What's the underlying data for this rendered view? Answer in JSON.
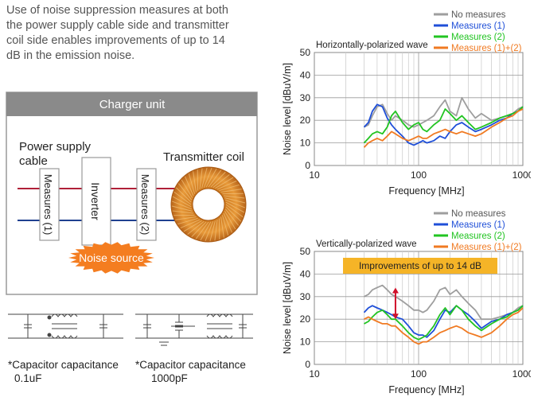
{
  "intro_lines": [
    "Use of noise suppression measures at both",
    "the power supply cable side and transmitter",
    "coil side enables improvements of up to 14",
    "dB in the emission noise."
  ],
  "diagram": {
    "unit_title": "Charger unit",
    "power_cable_label": [
      "Power supply",
      "cable"
    ],
    "coil_label": "Transmitter coil",
    "block1": "Measures (1)",
    "block2": "Inverter",
    "block3": "Measures (2)",
    "noise_source": "Noise source",
    "capacitor_notes": [
      {
        "line1": "*Capacitor capacitance",
        "line2": "0.1uF"
      },
      {
        "line1": "*Capacitor capacitance",
        "line2": "1000pF"
      }
    ]
  },
  "colors": {
    "no_measures": "#9e9e9e",
    "measures_1": "#1f4fd8",
    "measures_2": "#22c422",
    "measures_12": "#f07a22",
    "unit_header": "#8a8a8a",
    "highlight": "#f5b427",
    "coil": "#d98a2a",
    "noise": "#f47d20"
  },
  "chart_data": [
    {
      "type": "line",
      "title": "Horizontally-polarized wave",
      "xlabel": "Frequency [MHz]",
      "ylabel": "Noise level [dBuV/m]",
      "xscale": "log",
      "xlim": [
        10,
        1000
      ],
      "ylim": [
        0,
        50
      ],
      "xticks": [
        10,
        100,
        1000
      ],
      "yticks": [
        0,
        10,
        20,
        30,
        40,
        50
      ],
      "grid": true,
      "legend": "top-right",
      "annotation": "",
      "series": [
        {
          "name": "No measures",
          "color": "#9e9e9e",
          "x": [
            30,
            33,
            36,
            40,
            45,
            50,
            55,
            60,
            70,
            80,
            90,
            100,
            110,
            120,
            140,
            160,
            180,
            200,
            230,
            260,
            300,
            350,
            400,
            500,
            600,
            700,
            800,
            900,
            1000
          ],
          "y": [
            17,
            18,
            22,
            26,
            27,
            23,
            20,
            22,
            20,
            18,
            17,
            18,
            19,
            20,
            22,
            26,
            29,
            24,
            22,
            30,
            25,
            21,
            23,
            20,
            21,
            22,
            23,
            25,
            26
          ]
        },
        {
          "name": "Measures (1)",
          "color": "#1f4fd8",
          "x": [
            30,
            33,
            36,
            40,
            45,
            50,
            55,
            60,
            70,
            80,
            90,
            100,
            110,
            120,
            140,
            160,
            180,
            200,
            230,
            260,
            300,
            350,
            400,
            500,
            600,
            700,
            800,
            900,
            1000
          ],
          "y": [
            17,
            19,
            24,
            27,
            26,
            21,
            18,
            16,
            13,
            10,
            9,
            10,
            11,
            10,
            11,
            13,
            12,
            15,
            18,
            19,
            17,
            15,
            16,
            18,
            20,
            21,
            23,
            24,
            26
          ]
        },
        {
          "name": "Measures (2)",
          "color": "#22c422",
          "x": [
            30,
            33,
            36,
            40,
            45,
            50,
            55,
            60,
            70,
            80,
            90,
            100,
            110,
            120,
            140,
            160,
            180,
            200,
            230,
            260,
            300,
            350,
            400,
            500,
            600,
            700,
            800,
            900,
            1000
          ],
          "y": [
            10,
            12,
            14,
            15,
            14,
            17,
            22,
            24,
            19,
            16,
            18,
            19,
            16,
            15,
            18,
            20,
            25,
            23,
            20,
            22,
            19,
            16,
            17,
            19,
            21,
            22,
            23,
            24,
            26
          ]
        },
        {
          "name": "Measures (1)+(2)",
          "color": "#f07a22",
          "x": [
            30,
            33,
            36,
            40,
            45,
            50,
            55,
            60,
            70,
            80,
            90,
            100,
            110,
            120,
            140,
            160,
            180,
            200,
            230,
            260,
            300,
            350,
            400,
            500,
            600,
            700,
            800,
            900,
            1000
          ],
          "y": [
            8,
            10,
            11,
            12,
            11,
            13,
            15,
            14,
            12,
            11,
            12,
            13,
            12,
            12,
            14,
            15,
            16,
            15,
            14,
            15,
            14,
            13,
            14,
            17,
            19,
            21,
            22,
            24,
            25
          ]
        }
      ]
    },
    {
      "type": "line",
      "title": "Vertically-polarized wave",
      "xlabel": "Frequency [MHz]",
      "ylabel": "Noise level [dBuV/m]",
      "xscale": "log",
      "xlim": [
        10,
        1000
      ],
      "ylim": [
        0,
        50
      ],
      "xticks": [
        10,
        100,
        1000
      ],
      "yticks": [
        0,
        10,
        20,
        30,
        40,
        50
      ],
      "grid": true,
      "legend": "top-right",
      "annotation": "Improvements of up to 14 dB",
      "series": [
        {
          "name": "No measures",
          "color": "#9e9e9e",
          "x": [
            30,
            33,
            36,
            40,
            45,
            50,
            55,
            60,
            70,
            80,
            90,
            100,
            110,
            120,
            140,
            160,
            180,
            200,
            230,
            260,
            300,
            350,
            400,
            500,
            600,
            700,
            800,
            900,
            1000
          ],
          "y": [
            30,
            31,
            33,
            34,
            35,
            33,
            31,
            30,
            28,
            26,
            24,
            24,
            23,
            24,
            28,
            33,
            34,
            31,
            33,
            30,
            27,
            24,
            20,
            20,
            21,
            22,
            23,
            25,
            26
          ]
        },
        {
          "name": "Measures (1)",
          "color": "#1f4fd8",
          "x": [
            30,
            33,
            36,
            40,
            45,
            50,
            55,
            60,
            70,
            80,
            90,
            100,
            110,
            120,
            140,
            160,
            180,
            200,
            230,
            260,
            300,
            350,
            400,
            500,
            600,
            700,
            800,
            900,
            1000
          ],
          "y": [
            23,
            25,
            26,
            25,
            24,
            23,
            22,
            21,
            20,
            17,
            14,
            13,
            13,
            12,
            15,
            20,
            24,
            23,
            26,
            24,
            22,
            19,
            16,
            19,
            20,
            22,
            23,
            24,
            26
          ]
        },
        {
          "name": "Measures (2)",
          "color": "#22c422",
          "x": [
            30,
            33,
            36,
            40,
            45,
            50,
            55,
            60,
            70,
            80,
            90,
            100,
            110,
            120,
            140,
            160,
            180,
            200,
            230,
            260,
            300,
            350,
            400,
            500,
            600,
            700,
            800,
            900,
            1000
          ],
          "y": [
            18,
            19,
            21,
            23,
            24,
            22,
            20,
            20,
            17,
            14,
            12,
            11,
            12,
            13,
            17,
            22,
            25,
            22,
            26,
            24,
            20,
            17,
            15,
            18,
            20,
            21,
            23,
            24,
            26
          ]
        },
        {
          "name": "Measures (1)+(2)",
          "color": "#f07a22",
          "x": [
            30,
            33,
            36,
            40,
            45,
            50,
            55,
            60,
            70,
            80,
            90,
            100,
            110,
            120,
            140,
            160,
            180,
            200,
            230,
            260,
            300,
            350,
            400,
            500,
            600,
            700,
            800,
            900,
            1000
          ],
          "y": [
            20,
            21,
            20,
            19,
            18,
            18,
            17,
            17,
            14,
            12,
            10,
            9,
            10,
            10,
            12,
            14,
            15,
            16,
            17,
            16,
            14,
            13,
            12,
            14,
            17,
            20,
            22,
            23,
            25
          ]
        }
      ]
    }
  ]
}
